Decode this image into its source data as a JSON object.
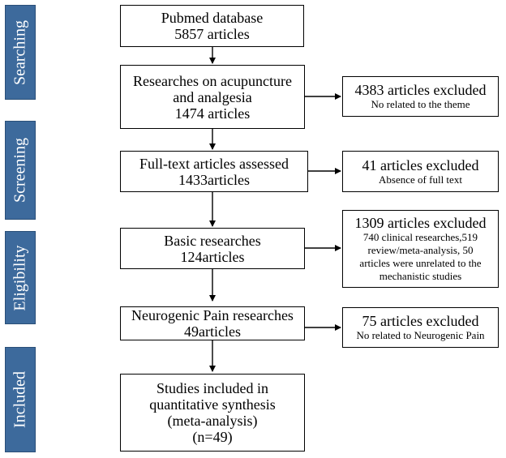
{
  "stages": {
    "searching": "Searching",
    "screening": "Screening",
    "eligibility": "Eligibility",
    "included": "Included"
  },
  "main": {
    "pubmed": {
      "line1": "Pubmed database",
      "line2": "5857 articles"
    },
    "researches": {
      "line1": "Researches on acupuncture",
      "line2": "and analgesia",
      "line3": "1474 articles"
    },
    "fulltext": {
      "line1": "Full-text articles assessed",
      "line2": "1433articles"
    },
    "basic": {
      "line1": "Basic researches",
      "line2": "124articles"
    },
    "neurogenic": {
      "line1": "Neurogenic Pain researches",
      "line2": "49articles"
    },
    "included": {
      "line1": "Studies included in",
      "line2": "quantitative synthesis",
      "line3": "(meta-analysis)",
      "line4": "(n=49)"
    }
  },
  "excluded": {
    "e1": {
      "title": "4383 articles excluded",
      "line1": "No related to the theme"
    },
    "e2": {
      "title": "41 articles excluded",
      "line1": "Absence of  full text"
    },
    "e3": {
      "title": "1309 articles excluded",
      "line1": "740 clinical researches,519",
      "line2": "review/meta-analysis, 50",
      "line3": "articles were unrelated to the",
      "line4": "mechanistic studies"
    },
    "e4": {
      "title": "75 articles excluded",
      "line1": "No related to Neurogenic Pain"
    }
  },
  "colors": {
    "stage_fill": "#3d6a9c",
    "stage_text": "#ffffff",
    "line": "#000000"
  }
}
